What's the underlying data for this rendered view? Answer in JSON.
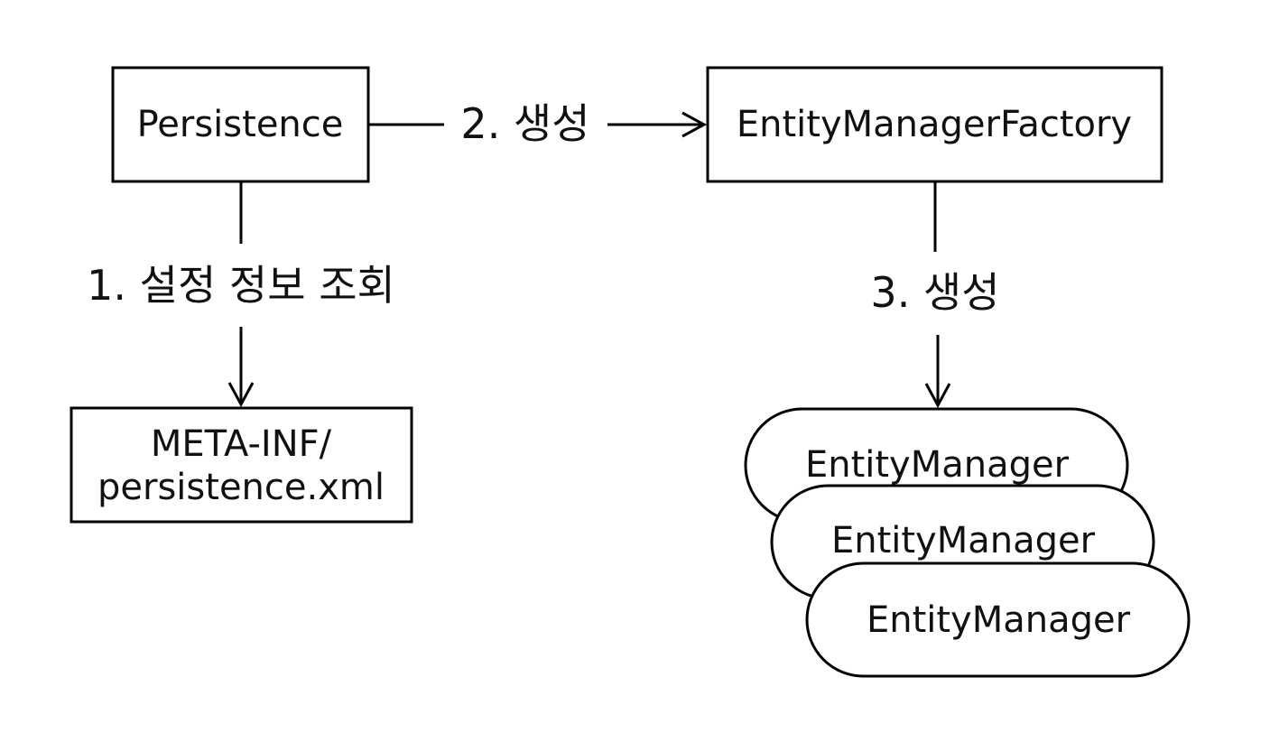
{
  "diagram": {
    "nodes": {
      "persistence": "Persistence",
      "emf": "EntityManagerFactory",
      "config_line1": "META-INF/",
      "config_line2": "persistence.xml",
      "em1": "EntityManager",
      "em2": "EntityManager",
      "em3": "EntityManager"
    },
    "edges": {
      "read_config": "1. 설정 정보 조회",
      "create_emf": "2. 생성",
      "create_em": "3. 생성"
    },
    "colors": {
      "stroke": "#000000",
      "background": "#ffffff"
    }
  }
}
